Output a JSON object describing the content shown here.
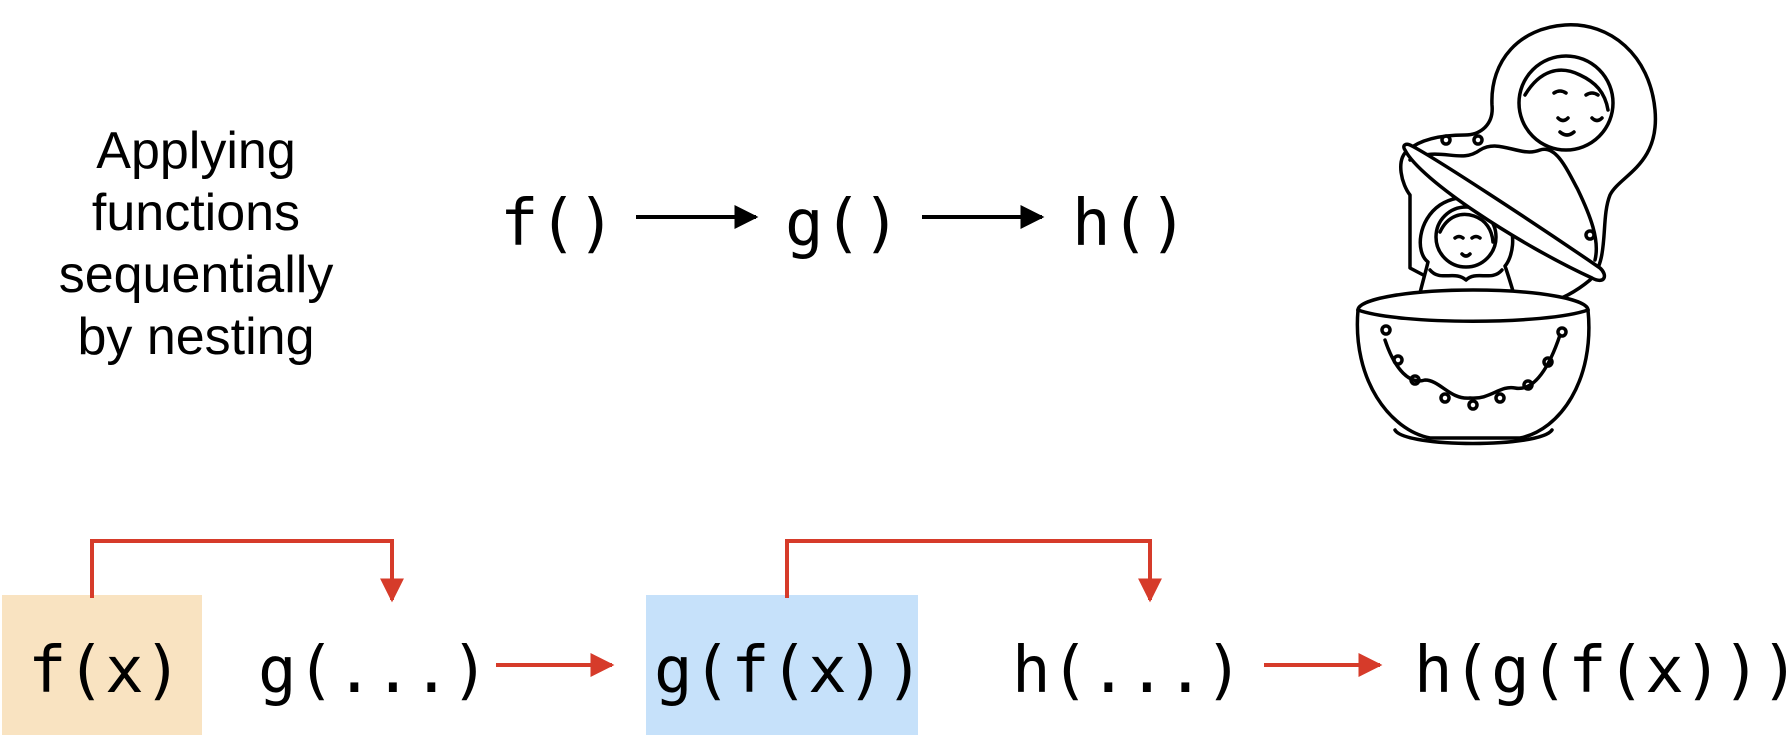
{
  "title_lines": [
    "Applying",
    "functions",
    "sequentially",
    "by nesting"
  ],
  "top_row": {
    "items": [
      "f()",
      "g()",
      "h()"
    ]
  },
  "bottom_row": {
    "items": [
      "f(x)",
      "g(...)",
      "g(f(x))",
      "h(...)",
      "h(g(f(x)))"
    ]
  },
  "colors": {
    "accent_red": "#d63b2a",
    "highlight_orange": "#f9e3c1",
    "highlight_blue": "#c6e1fa",
    "text": "#000000"
  },
  "illustration": "matryoshka-doll"
}
